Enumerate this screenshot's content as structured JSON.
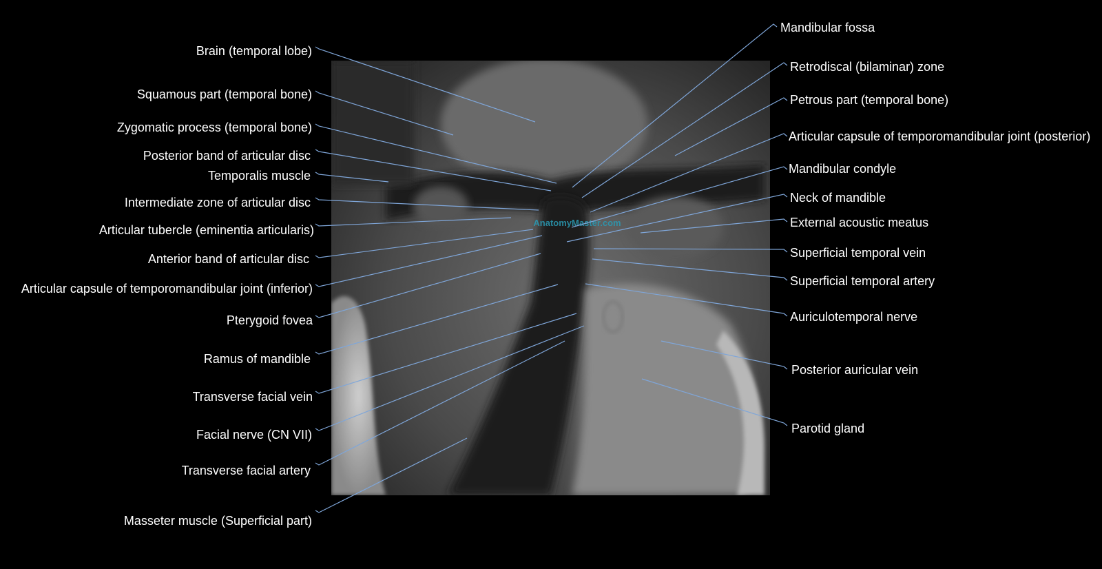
{
  "watermark": "AnatomyMaster.com",
  "colors": {
    "background": "#000000",
    "leader_line": "#7fa6d9",
    "label_text": "#ffffff",
    "watermark": "#2a9bb5"
  },
  "labels_left": [
    "Brain (temporal lobe)",
    "Squamous part (temporal bone)",
    "Zygomatic process (temporal bone)",
    "Posterior band of articular disc",
    "Temporalis muscle",
    "Intermediate zone of articular disc",
    "Articular tubercle (eminentia articularis)",
    "Anterior band of articular disc",
    "Articular capsule of temporomandibular joint (inferior)",
    "Pterygoid fovea",
    "Ramus of mandible",
    "Transverse facial vein",
    "Facial nerve (CN VII)",
    "Transverse facial artery",
    "Masseter muscle (Superficial part)"
  ],
  "labels_right": [
    "Mandibular fossa",
    "Retrodiscal (bilaminar) zone",
    "Petrous part (temporal bone)",
    "Articular capsule of temporomandibular joint (posterior)",
    "Mandibular condyle",
    "Neck of mandible",
    "External acoustic meatus",
    "Superficial temporal vein",
    "Superficial temporal artery",
    "Auriculotemporal nerve",
    "Posterior auricular vein",
    "Parotid gland"
  ]
}
